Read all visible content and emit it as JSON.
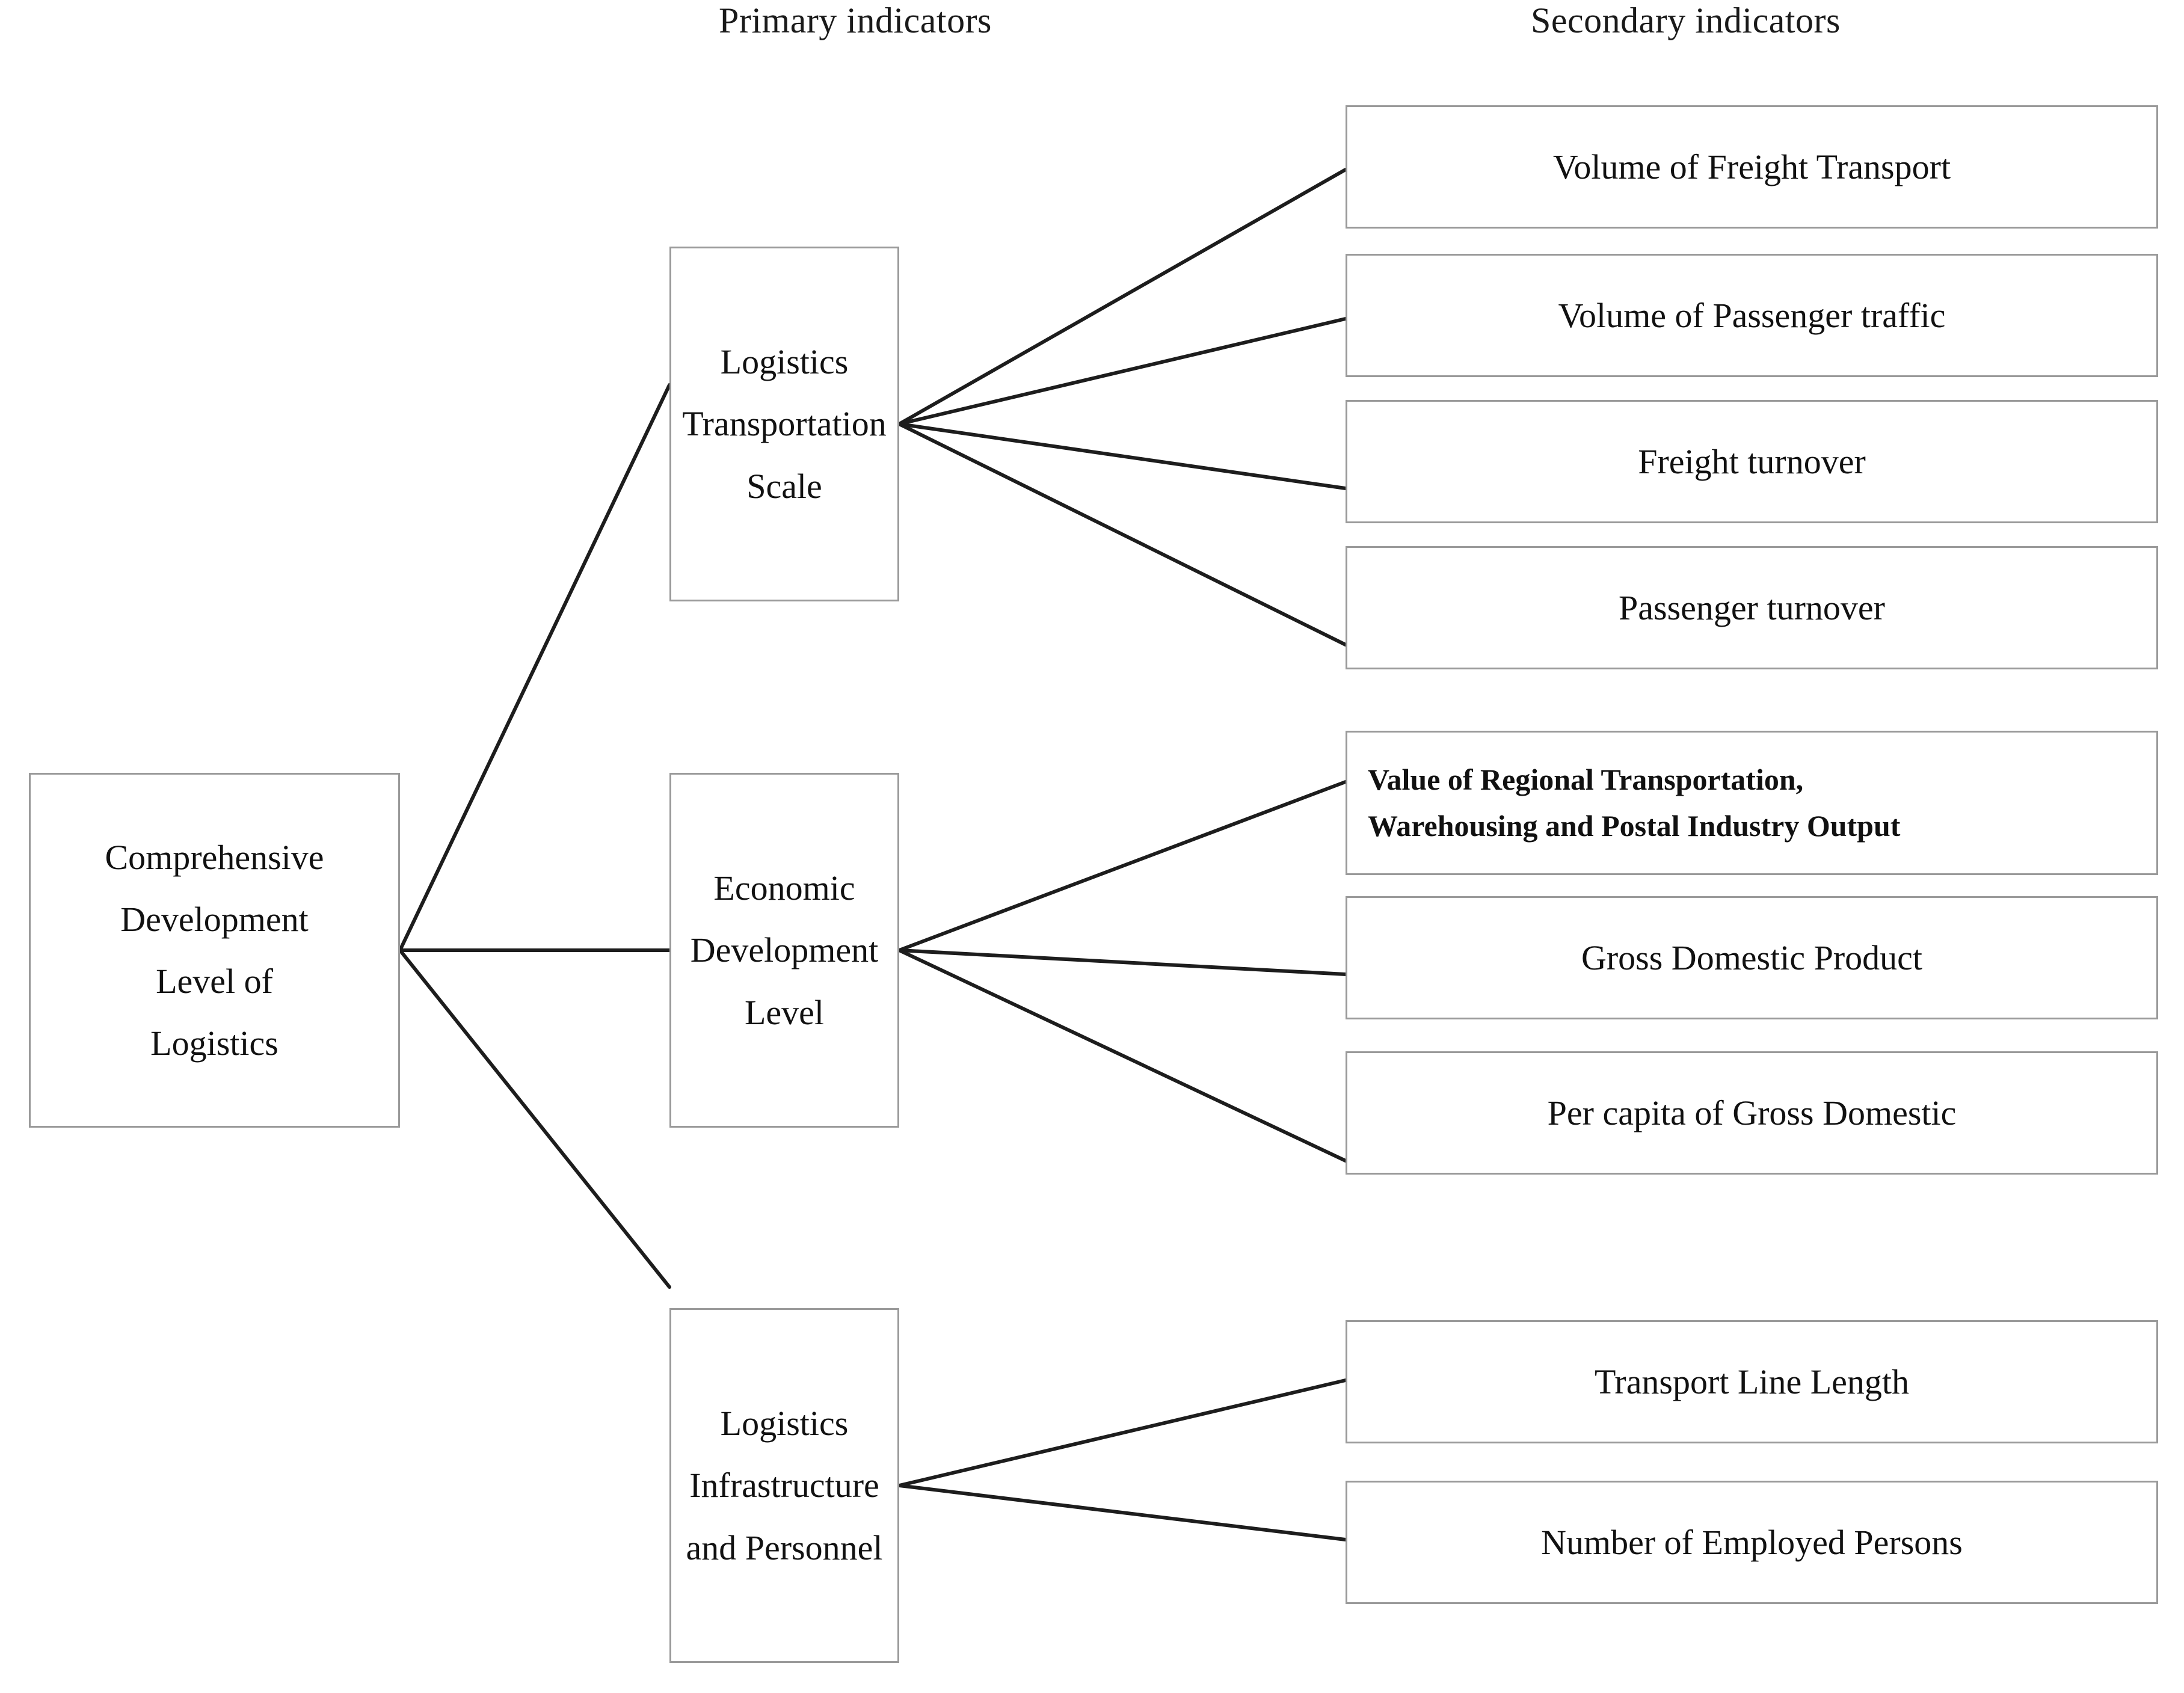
{
  "headers": {
    "primary": "Primary indicators",
    "secondary": "Secondary indicators"
  },
  "root": {
    "label": "Comprehensive Development Level of Logistics",
    "lines": [
      "Comprehensive",
      "Development",
      "Level of",
      "Logistics"
    ]
  },
  "primary_indicators": [
    {
      "id": "logistics-transportation-scale",
      "label": "Logistics Transportation Scale",
      "lines": [
        "Logistics",
        "Transportation",
        "Scale"
      ]
    },
    {
      "id": "economic-development-level",
      "label": "Economic Development Level",
      "lines": [
        "Economic",
        "Development",
        "Level"
      ]
    },
    {
      "id": "logistics-infrastructure-and-personnel",
      "label": "Logistics Infrastructure and Personnel",
      "lines": [
        "Logistics",
        "Infrastructure",
        "and Personnel"
      ]
    }
  ],
  "secondary_indicators": [
    {
      "group": "logistics-transportation-scale",
      "items": [
        {
          "id": "volume-of-freight-transport",
          "lines": [
            "Volume of Freight Transport"
          ]
        },
        {
          "id": "volume-of-passenger-traffic",
          "lines": [
            "Volume of Passenger traffic"
          ]
        },
        {
          "id": "freight-turnover",
          "lines": [
            "Freight turnover"
          ]
        },
        {
          "id": "passenger-turnover",
          "lines": [
            "Passenger turnover"
          ]
        }
      ]
    },
    {
      "group": "economic-development-level",
      "items": [
        {
          "id": "value-of-regional-transportation-warehousing-and-postal-industry-output",
          "lines": [
            "Value of Regional Transportation,",
            "Warehousing and Postal Industry Output"
          ]
        },
        {
          "id": "gross-domestic-product",
          "lines": [
            "Gross Domestic Product"
          ]
        },
        {
          "id": "per-capita-of-gross-domestic",
          "lines": [
            "Per capita of Gross Domestic"
          ]
        }
      ]
    },
    {
      "group": "logistics-infrastructure-and-personnel",
      "items": [
        {
          "id": "transport-line-length",
          "lines": [
            "Transport Line Length"
          ]
        },
        {
          "id": "number-of-employed-persons",
          "lines": [
            "Number of Employed Persons"
          ]
        }
      ]
    }
  ],
  "colors": {
    "box_border": "#9a9a9a",
    "connector": "#1d1d1d",
    "text": "#111111",
    "background": "#ffffff"
  }
}
